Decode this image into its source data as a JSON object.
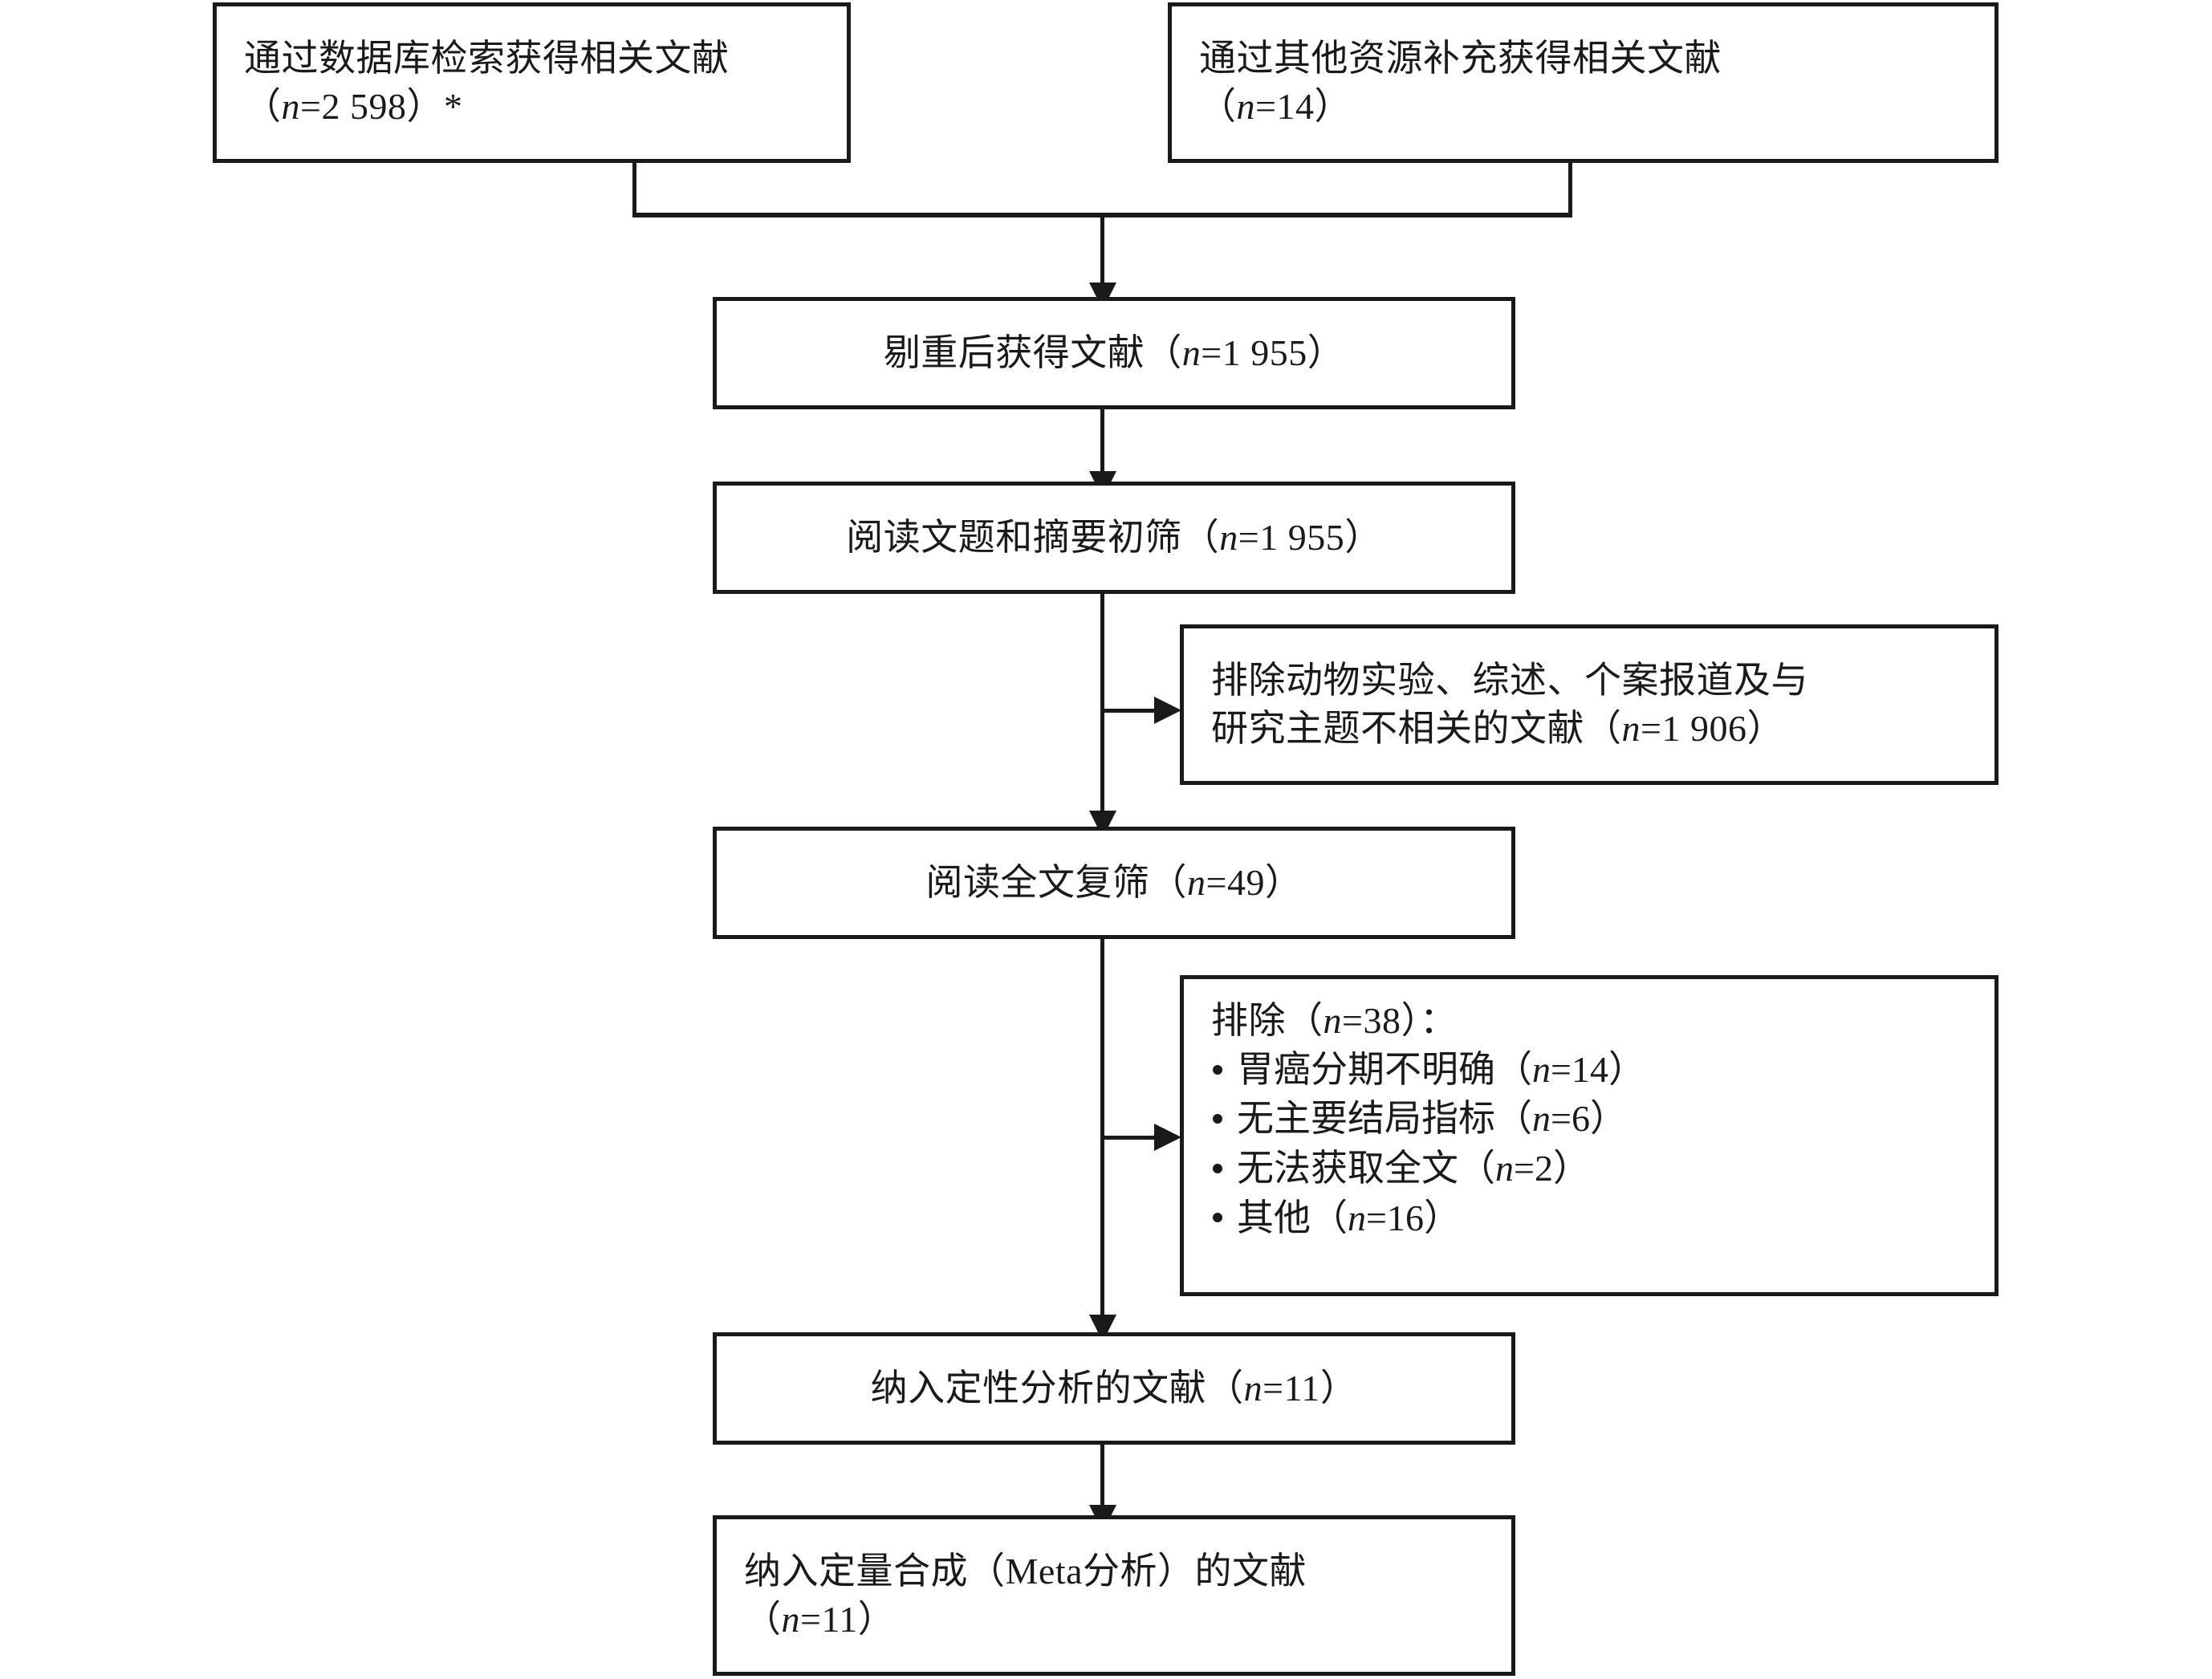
{
  "diagram": {
    "type": "prisma-flow-diagram",
    "title": "",
    "language": "zh-CN",
    "ink_color": "#1a1a1a",
    "background_color": "#ffffff"
  },
  "nodes": {
    "database_search": {
      "id": "database_search",
      "line1": "通过数据库检索获得相关文献",
      "line2": "（n=2 598）*",
      "n": 2598,
      "footnote_marker": "*",
      "align": "left"
    },
    "other_sources": {
      "id": "other_sources",
      "line1": "通过其他资源补充获得相关文献",
      "line2": "（n=14）",
      "n": 14,
      "align": "left"
    },
    "after_dedup": {
      "id": "after_dedup",
      "line1": "剔重后获得文献（n=1 955）",
      "n": 1955,
      "align": "center"
    },
    "title_abstract_screen": {
      "id": "title_abstract_screen",
      "line1": "阅读文题和摘要初筛（n=1 955）",
      "n": 1955,
      "align": "center"
    },
    "excluded_screen": {
      "id": "excluded_screen",
      "line1": "排除动物实验、综述、个案报道及与",
      "line2": "研究主题不相关的文献（n=1 906）",
      "n": 1906,
      "align": "left"
    },
    "fulltext_screen": {
      "id": "fulltext_screen",
      "line1": "阅读全文复筛（n=49）",
      "n": 49,
      "align": "center"
    },
    "excluded_fulltext": {
      "id": "excluded_fulltext",
      "heading": "排除（n=38）：",
      "n": 38,
      "align": "left",
      "reasons": [
        {
          "label": "胃癌分期不明确（n=14）",
          "n": 14
        },
        {
          "label": "无主要结局指标（n=6）",
          "n": 6
        },
        {
          "label": "无法获取全文（n=2）",
          "n": 2
        },
        {
          "label": "其他（n=16）",
          "n": 16
        }
      ]
    },
    "qualitative": {
      "id": "qualitative",
      "line1": "纳入定性分析的文献（n=11）",
      "n": 11,
      "align": "center"
    },
    "quantitative": {
      "id": "quantitative",
      "line1": "纳入定量合成（Meta分析）的文献",
      "line2": "（n=11）",
      "n": 11,
      "align": "left"
    }
  },
  "edges": [
    {
      "from": "database_search",
      "to": "after_dedup",
      "kind": "merge-down-arrow"
    },
    {
      "from": "other_sources",
      "to": "after_dedup",
      "kind": "merge-down-arrow"
    },
    {
      "from": "after_dedup",
      "to": "title_abstract_screen",
      "kind": "down-arrow"
    },
    {
      "from": "title_abstract_screen",
      "to": "excluded_screen",
      "kind": "right-arrow"
    },
    {
      "from": "title_abstract_screen",
      "to": "fulltext_screen",
      "kind": "down-arrow"
    },
    {
      "from": "fulltext_screen",
      "to": "excluded_fulltext",
      "kind": "right-arrow"
    },
    {
      "from": "fulltext_screen",
      "to": "qualitative",
      "kind": "down-arrow"
    },
    {
      "from": "qualitative",
      "to": "quantitative",
      "kind": "down-arrow"
    }
  ]
}
